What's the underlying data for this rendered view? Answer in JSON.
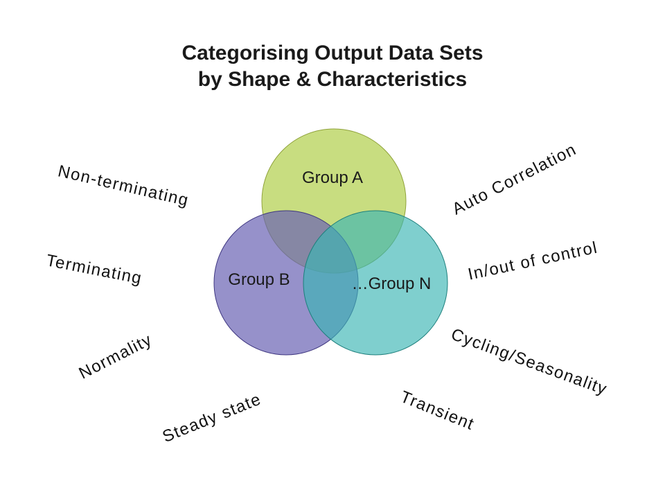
{
  "title": {
    "line1": "Categorising Output Data Sets",
    "line2": "by Shape & Characteristics"
  },
  "groups": {
    "a": {
      "label": "Group A",
      "color": "#c4d96a"
    },
    "b": {
      "label": "Group B",
      "color": "#8883c7"
    },
    "n": {
      "label": "…Group N",
      "color": "#5fc6c4"
    }
  },
  "characteristics": {
    "non_terminating": "Non-terminating",
    "terminating": "Terminating",
    "normality": "Normality",
    "steady_state": "Steady state",
    "auto_correlation": "Auto Correlation",
    "in_out_of_control": "In/out of control",
    "cycling_seasonality": "Cycling/Seasonality",
    "transient": "Transient"
  }
}
